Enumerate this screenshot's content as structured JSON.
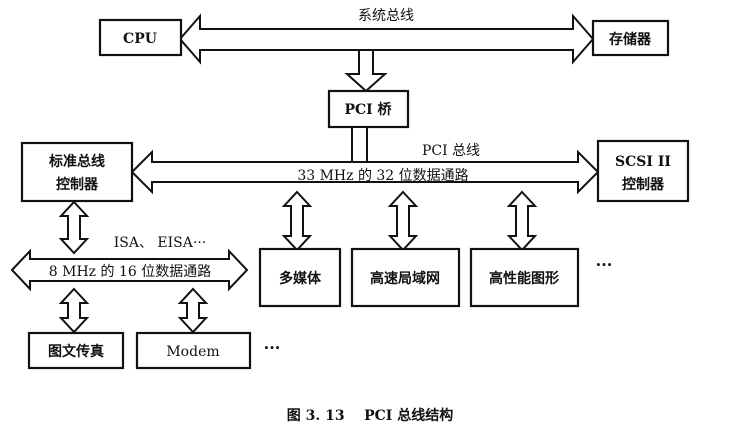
{
  "diagram": {
    "caption": "图 3. 13    PCI 总线结构",
    "nodes": {
      "cpu": "CPU",
      "memory": "存储器",
      "pci_bridge": "PCI 桥",
      "std_bus_ctrl_line1": "标准总线",
      "std_bus_ctrl_line2": "控制器",
      "scsi_line1": "SCSI II",
      "scsi_line2": "控制器",
      "multimedia": "多媒体",
      "lan": "高速局域网",
      "graphics": "高性能图形",
      "fax": "图文传真",
      "modem": "Modem"
    },
    "buses": {
      "system_bus": "系统总线",
      "pci_bus": "PCI 总线",
      "pci_path": "33 MHz 的 32 位数据通路",
      "isa_types": "ISA、 EISA···",
      "isa_path": "8 MHz 的 16 位数据通路"
    },
    "ellipses": {
      "pci_more": "···",
      "isa_more": "···"
    }
  }
}
